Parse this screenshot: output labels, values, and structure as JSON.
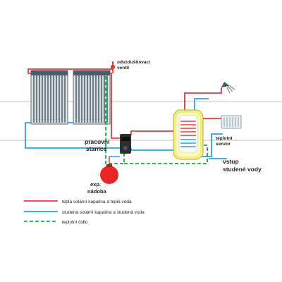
{
  "labels": {
    "vent_line1": "odvzdušňovací",
    "vent_line2": "ventil",
    "station_line1": "pracovní",
    "station_line2": "stanice",
    "exp_line1": "exp.",
    "exp_line2": "nádoba",
    "sensor_line1": "teplotní",
    "sensor_line2": "senzor",
    "cold_line1": "vstup",
    "cold_line2": "studené vody"
  },
  "legend": [
    {
      "text": "teplá solární kapalina a teplá voda",
      "color": "#e53935",
      "style": "solid"
    },
    {
      "text": "studena solární kapalina a studená voda",
      "color": "#29a3e0",
      "style": "solid"
    },
    {
      "text": "teplotní čidlo",
      "color": "#1e9e3e",
      "style": "dashed"
    }
  ],
  "colors": {
    "hot": "#e53935",
    "cold": "#29a3e0",
    "sensor": "#1e9e3e",
    "tank": "#f3ef7a",
    "panel": "#6f7f8a"
  }
}
